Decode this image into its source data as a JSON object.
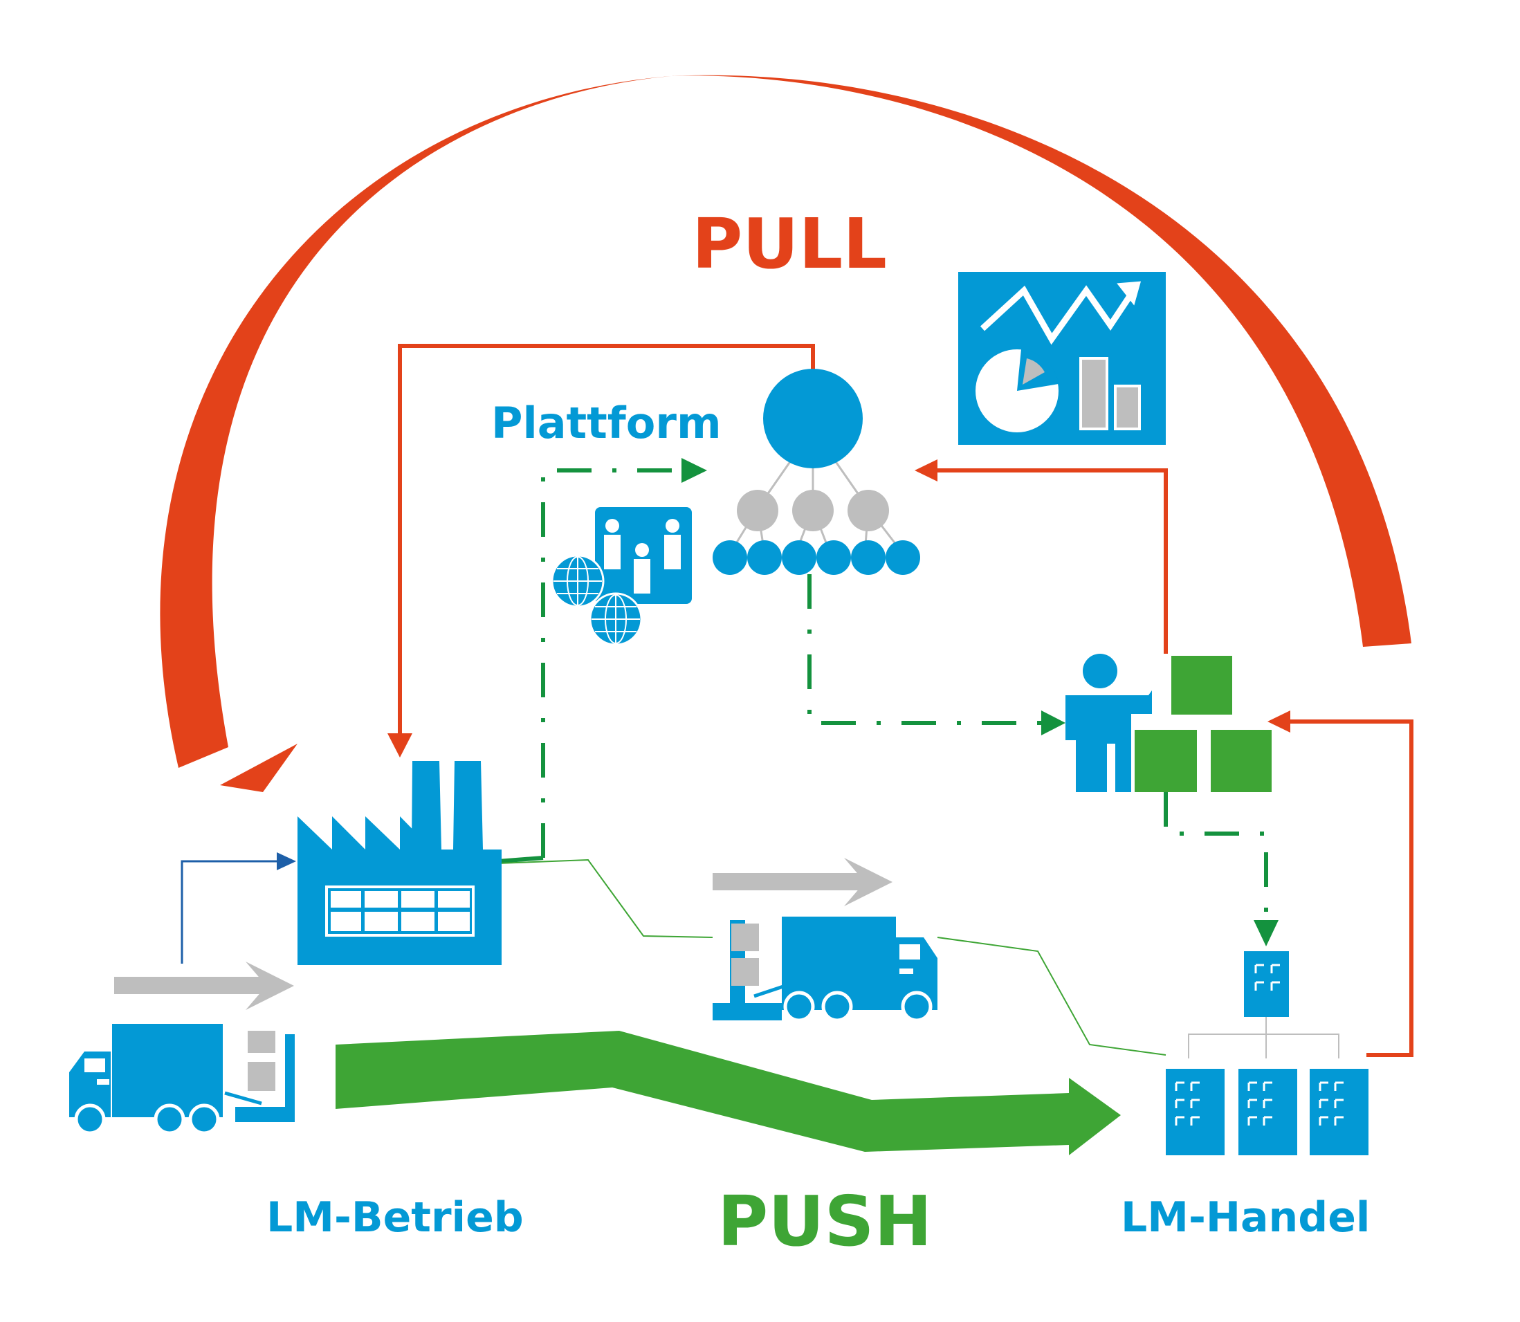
{
  "labels": {
    "pull": "PULL",
    "push": "PUSH",
    "plattform": "Plattform",
    "lm_betrieb": "LM-Betrieb",
    "lm_handel": "LM-Handel"
  },
  "colors": {
    "blue": "#0399d5",
    "orange_red": "#e3421a",
    "green": "#3ea535",
    "green_dark": "#14923e",
    "gray": "#bebebe",
    "navy_arrow": "#1d5fa8"
  },
  "icons": [
    "factory-icon",
    "delivery-truck-icon",
    "warehouse-shelf-icon",
    "platform-network-icon",
    "community-globe-icon",
    "analytics-dashboard-icon",
    "presenter-icon",
    "retail-stores-icon"
  ]
}
